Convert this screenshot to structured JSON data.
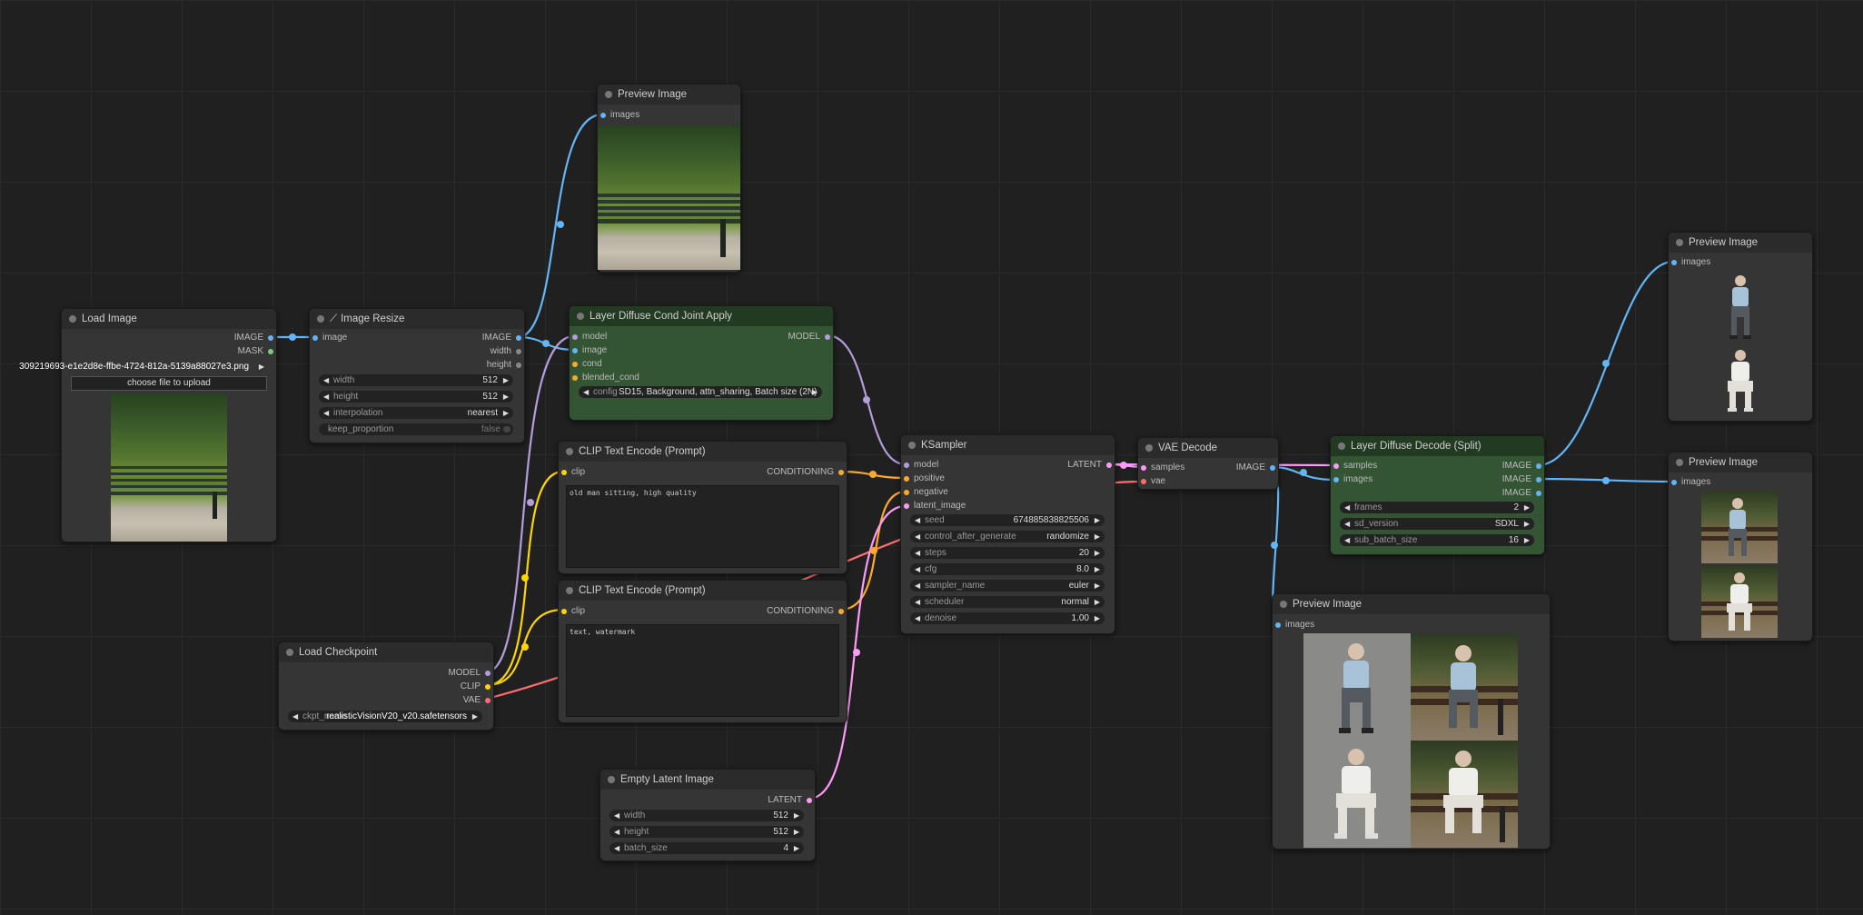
{
  "nodes": {
    "load_image": {
      "title": "Load Image",
      "outputs": [
        "IMAGE",
        "MASK"
      ],
      "filename": "309219693-e1e2d8e-ffbe-4724-812a-5139a88027e3.png",
      "upload_label": "choose file to upload"
    },
    "image_resize": {
      "title": "Image Resize",
      "inputs": [
        "image"
      ],
      "outputs": [
        "IMAGE",
        "width",
        "height"
      ],
      "widgets": [
        {
          "label": "width",
          "value": "512"
        },
        {
          "label": "height",
          "value": "512"
        },
        {
          "label": "interpolation",
          "value": "nearest"
        },
        {
          "label": "keep_proportion",
          "value": "false"
        }
      ]
    },
    "preview_top": {
      "title": "Preview Image",
      "inputs": [
        "images"
      ]
    },
    "cond_joint": {
      "title": "Layer Diffuse Cond Joint Apply",
      "inputs": [
        "model",
        "image",
        "cond",
        "blended_cond"
      ],
      "outputs": [
        "MODEL"
      ],
      "config_label": "config",
      "config_value": "SD15, Background, attn_sharing, Batch size (2N)"
    },
    "clip_pos": {
      "title": "CLIP Text Encode (Prompt)",
      "inputs": [
        "clip"
      ],
      "outputs": [
        "CONDITIONING"
      ],
      "text": "old man sitting, high quality"
    },
    "clip_neg": {
      "title": "CLIP Text Encode (Prompt)",
      "inputs": [
        "clip"
      ],
      "outputs": [
        "CONDITIONING"
      ],
      "text": "text, watermark"
    },
    "load_checkpoint": {
      "title": "Load Checkpoint",
      "outputs": [
        "MODEL",
        "CLIP",
        "VAE"
      ],
      "ckpt_label": "ckpt_name",
      "ckpt_value": "realisticVisionV20_v20.safetensors"
    },
    "empty_latent": {
      "title": "Empty Latent Image",
      "outputs": [
        "LATENT"
      ],
      "widgets": [
        {
          "label": "width",
          "value": "512"
        },
        {
          "label": "height",
          "value": "512"
        },
        {
          "label": "batch_size",
          "value": "4"
        }
      ]
    },
    "ksampler": {
      "title": "KSampler",
      "inputs": [
        "model",
        "positive",
        "negative",
        "latent_image"
      ],
      "outputs": [
        "LATENT"
      ],
      "widgets": [
        {
          "label": "seed",
          "value": "674885838825506"
        },
        {
          "label": "control_after_generate",
          "value": "randomize"
        },
        {
          "label": "steps",
          "value": "20"
        },
        {
          "label": "cfg",
          "value": "8.0"
        },
        {
          "label": "sampler_name",
          "value": "euler"
        },
        {
          "label": "scheduler",
          "value": "normal"
        },
        {
          "label": "denoise",
          "value": "1.00"
        }
      ]
    },
    "vae_decode": {
      "title": "VAE Decode",
      "inputs": [
        "samples",
        "vae"
      ],
      "outputs": [
        "IMAGE"
      ]
    },
    "decode_split": {
      "title": "Layer Diffuse Decode (Split)",
      "inputs": [
        "samples",
        "images"
      ],
      "outputs": [
        "IMAGE",
        "IMAGE",
        "IMAGE"
      ],
      "widgets": [
        {
          "label": "frames",
          "value": "2"
        },
        {
          "label": "sd_version",
          "value": "SDXL"
        },
        {
          "label": "sub_batch_size",
          "value": "16"
        }
      ]
    },
    "preview_right1": {
      "title": "Preview Image",
      "inputs": [
        "images"
      ]
    },
    "preview_right2": {
      "title": "Preview Image",
      "inputs": [
        "images"
      ]
    },
    "preview_bottom": {
      "title": "Preview Image",
      "inputs": [
        "images"
      ]
    }
  },
  "colors": {
    "image": "#64b5f6",
    "model": "#b39ddb",
    "clip": "#ffd500",
    "conditioning": "#ffa931",
    "latent": "#ff9cf9",
    "vae": "#ff6e6e",
    "mask": "#81c784"
  }
}
